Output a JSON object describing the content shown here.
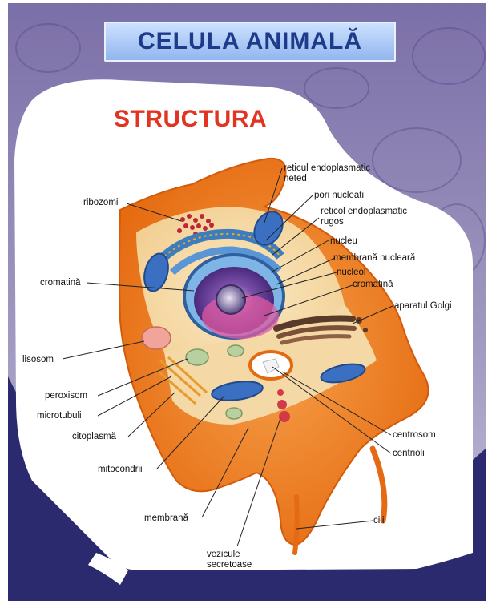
{
  "title": "CELULA ANIMALĂ",
  "subtitle": "STRUCTURA",
  "labels": {
    "reticul_neted_1": "reticul endoplasmatic",
    "reticul_neted_2": "neted",
    "pori_nucleati": "pori nucleati",
    "reticol_rugos_1": "reticol endoplasmatic",
    "reticol_rugos_2": "rugos",
    "nucleu": "nucleu",
    "membrana_nucleara": "membrană nucleară",
    "nucleol": "nucleol",
    "cromatina_right": "cromatină",
    "aparatul_golgi": "aparatul Golgi",
    "ribozomi": "ribozomi",
    "cromatina_left": "cromatină",
    "lisosom": "lisosom",
    "peroxisom": "peroxisom",
    "microtubuli": "microtubuli",
    "citoplasma": "citoplasmă",
    "mitocondrii": "mitocondrii",
    "membrana": "membrană",
    "centrosom": "centrosom",
    "centrioli": "centrioli",
    "cili": "cili",
    "vezicule_1": "vezicule",
    "vezicule_2": "secretoase"
  }
}
